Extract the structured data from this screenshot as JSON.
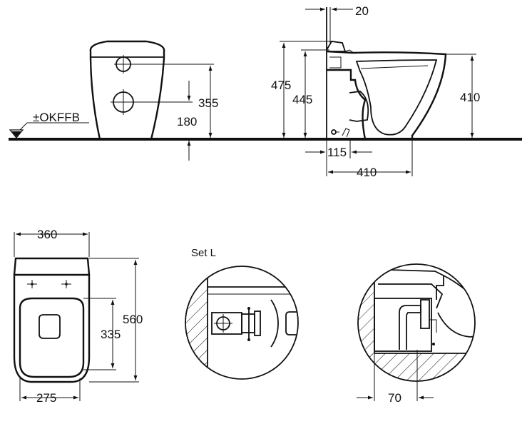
{
  "front_view": {
    "dim_height_inlet": "355",
    "dim_height_outlet": "180",
    "floor_label": "±OKFFB"
  },
  "side_view": {
    "dim_wall_gap": "20",
    "dim_total_height": "475",
    "dim_inner_height": "445",
    "dim_rim_height": "410",
    "dim_outlet_offset": "115",
    "dim_projection": "410"
  },
  "top_view": {
    "dim_width": "360",
    "dim_length": "560",
    "dim_seat_depth": "335",
    "dim_seat_width": "275"
  },
  "detail_left": {
    "title": "Set L"
  },
  "detail_right": {
    "dim_offset": "70"
  }
}
